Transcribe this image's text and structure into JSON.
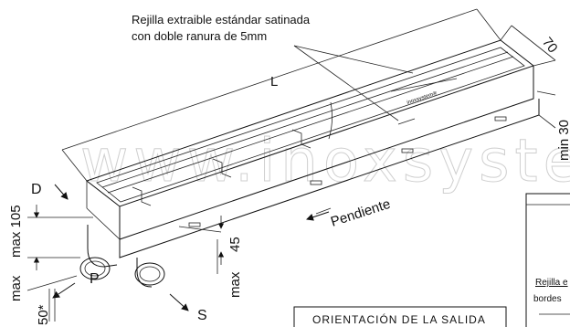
{
  "watermark": "www.inoxsystem",
  "callout": {
    "line1": "Rejilla extraible estándar satinada",
    "line2": "con doble ranura de 5mm"
  },
  "dimensions": {
    "length": "L",
    "width": "70",
    "min_height": "min 30",
    "max_height": "max 105",
    "height_45": "45",
    "max_side": "max",
    "outlet": "50*"
  },
  "markers": {
    "d": "D",
    "p": "P",
    "s": "S"
  },
  "slope_label": "Pendiente",
  "brand_plate": "inoxsystem®",
  "panel": {
    "title": "ORIENTACIÓN DE LA SALIDA",
    "side_text_1": "Rejilla e",
    "side_text_2": "bordes"
  }
}
